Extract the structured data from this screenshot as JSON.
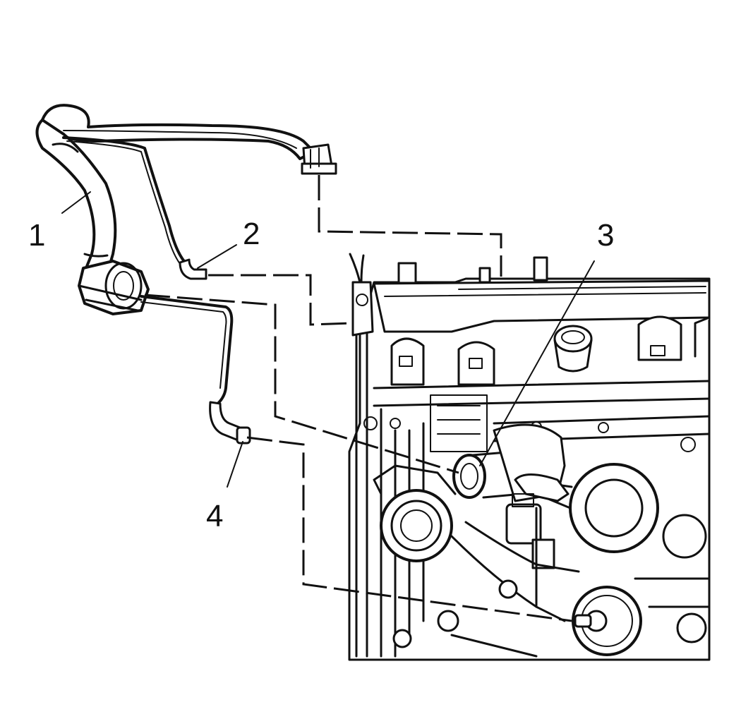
{
  "diagram": {
    "callouts": [
      {
        "id": "1",
        "label": "1"
      },
      {
        "id": "2",
        "label": "2"
      },
      {
        "id": "3",
        "label": "3"
      },
      {
        "id": "4",
        "label": "4"
      }
    ],
    "ink_color": "#111111",
    "background_color": "#ffffff"
  }
}
